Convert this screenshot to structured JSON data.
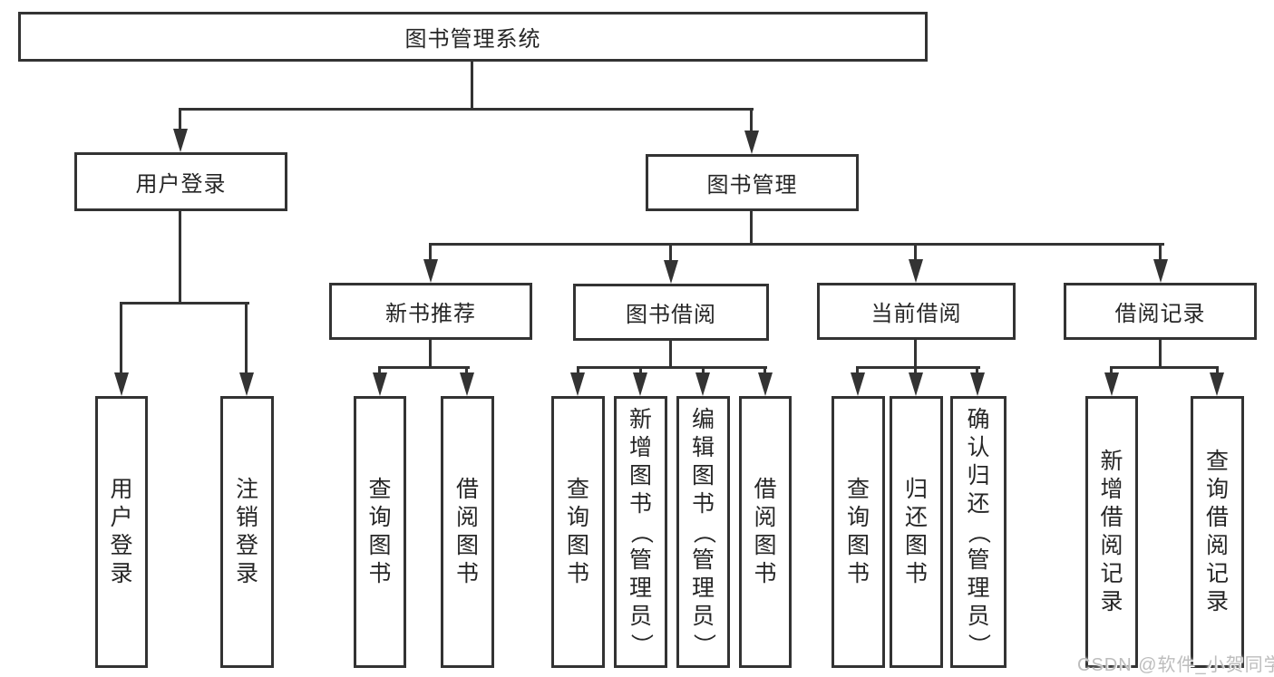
{
  "root": {
    "label": "图书管理系统"
  },
  "branches": {
    "user": {
      "label": "用户登录",
      "leaves": [
        "用户登录",
        "注销登录"
      ]
    },
    "book": {
      "label": "图书管理",
      "children": [
        {
          "label": "新书推荐",
          "leaves": [
            "查询图书",
            "借阅图书"
          ]
        },
        {
          "label": "图书借阅",
          "leaves": [
            "查询图书",
            "新增图书（管理员）",
            "编辑图书（管理员）",
            "借阅图书"
          ]
        },
        {
          "label": "当前借阅",
          "leaves": [
            "查询图书",
            "归还图书",
            "确认归还（管理员）"
          ]
        },
        {
          "label": "借阅记录",
          "leaves": [
            "新增借阅记录",
            "查询借阅记录"
          ]
        }
      ]
    }
  },
  "watermark": "CSDN @软件_小贺同学",
  "colors": {
    "line": "#333333",
    "text": "#262626",
    "watermark": "#bdbdbd",
    "background": "#ffffff"
  }
}
